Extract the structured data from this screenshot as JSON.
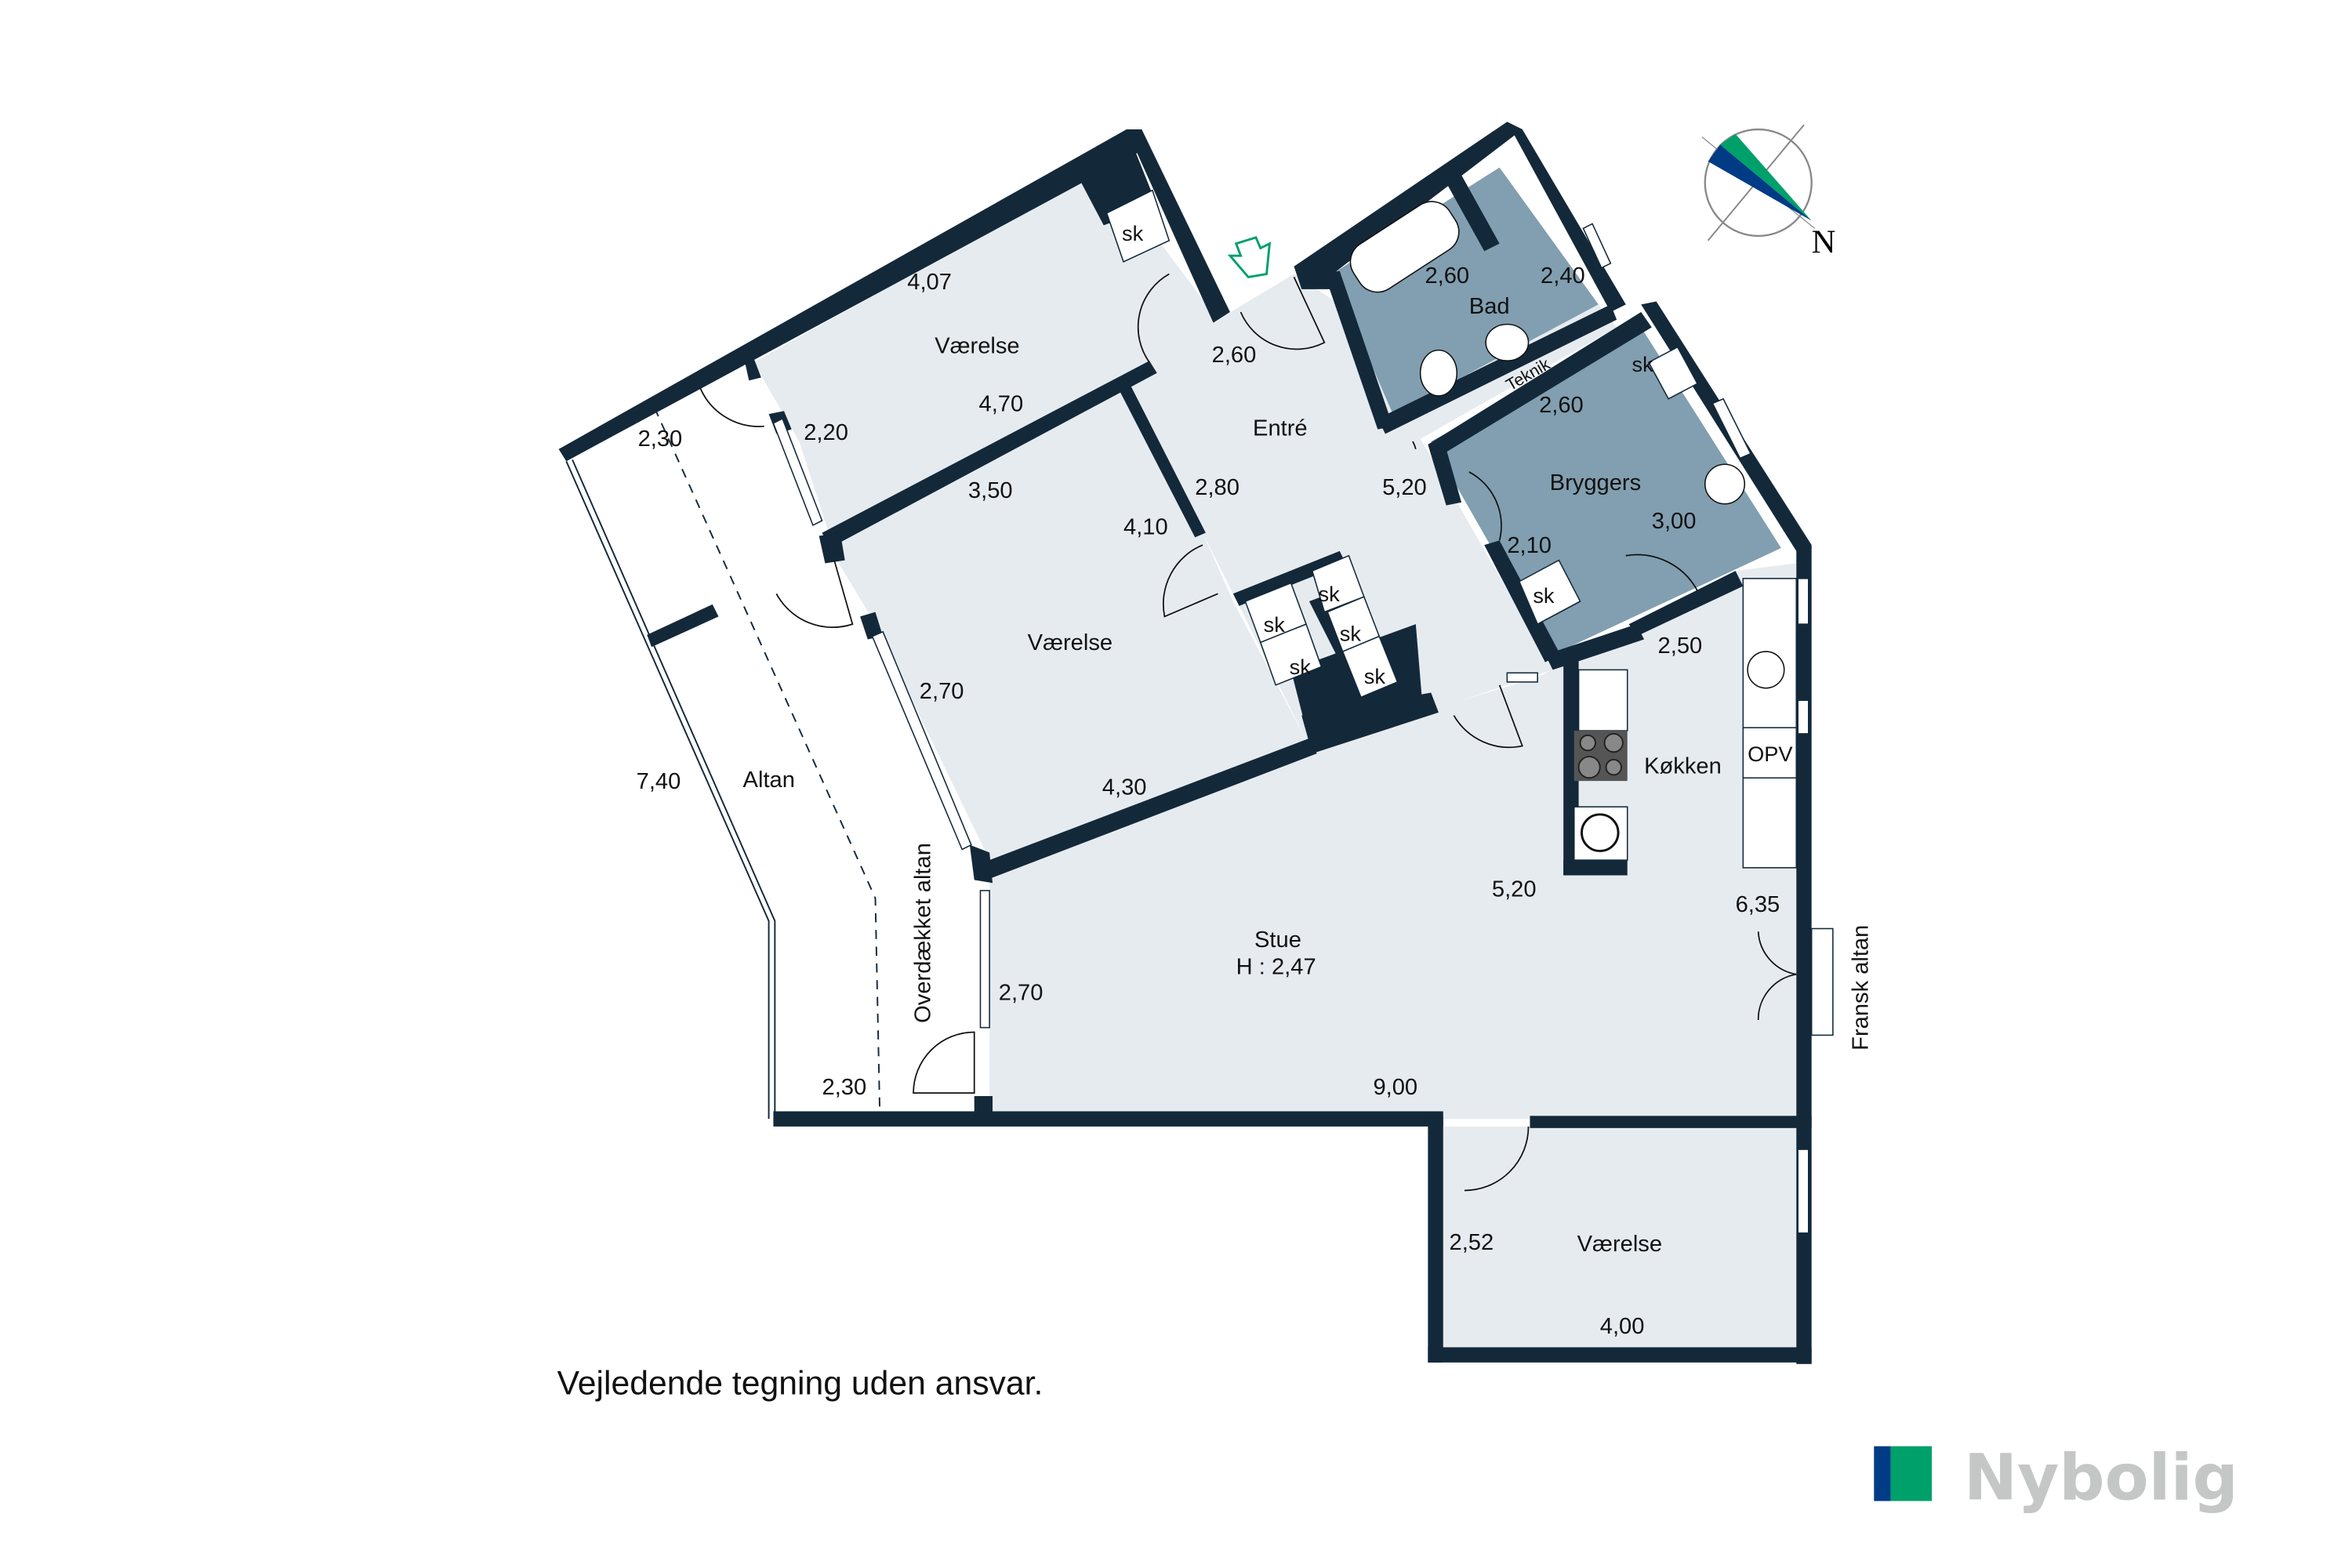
{
  "rooms": {
    "vaerelse_top": {
      "label": "Værelse",
      "dims": [
        "4,07",
        "4,70",
        "2,20"
      ]
    },
    "vaerelse_mid": {
      "label": "Værelse",
      "dims": [
        "3,50",
        "4,10",
        "2,70",
        "4,30"
      ]
    },
    "entre": {
      "label": "Entré",
      "dims": [
        "2,60",
        "2,80",
        "5,20"
      ]
    },
    "bad": {
      "label": "Bad",
      "dims": [
        "2,60",
        "2,40"
      ]
    },
    "teknik": {
      "label": "Teknik"
    },
    "bryggers": {
      "label": "Bryggers",
      "dims": [
        "2,60",
        "3,00",
        "2,10"
      ]
    },
    "koekken": {
      "label": "Køkken",
      "dims": [
        "2,50",
        "5,20",
        "6,35"
      ],
      "opv": "OPV"
    },
    "stue": {
      "label": "Stue",
      "height": "H : 2,47",
      "dims": [
        "2,70",
        "9,00"
      ]
    },
    "vaerelse_bottom": {
      "label": "Værelse",
      "dims": [
        "2,52",
        "4,00"
      ]
    },
    "altan": {
      "label": "Altan",
      "dims": [
        "2,30",
        "7,40",
        "2,30"
      ]
    },
    "overdaekket": {
      "label": "Overdækket altan"
    },
    "fransk": {
      "label": "Fransk altan"
    }
  },
  "closets": {
    "label": "sk"
  },
  "compass": {
    "north_label": "N"
  },
  "footer": {
    "disclaimer": "Vejledende tegning uden ansvar."
  },
  "brand": {
    "name": "Nybolig",
    "colors": {
      "blue": "#003b86",
      "green": "#00a06b",
      "text": "#c5c6c6"
    }
  },
  "palette": {
    "wall": "#13293a",
    "floor": "#e6ebef",
    "wet_room": "#819fb0"
  }
}
